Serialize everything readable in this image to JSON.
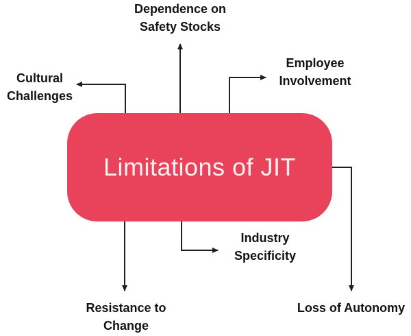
{
  "title": {
    "text": "Limitations of JIT"
  },
  "colors": {
    "canvas_bg": "#ffffff",
    "box_fill": "#e9425b",
    "box_text": "#f7f0f1",
    "line": "#1f1f1f",
    "label_text": "#131313"
  },
  "labels": {
    "dependence": {
      "text": "Dependence on\nSafety Stocks"
    },
    "employee": {
      "text": "Employee\nInvolvement"
    },
    "cultural": {
      "text": "Cultural\nChallenges"
    },
    "industry": {
      "text": "Industry\nSpecificity"
    },
    "resistance": {
      "text": "Resistance to\nChange"
    },
    "autonomy": {
      "text": "Loss of Autonomy"
    }
  },
  "connectors": [
    {
      "from": "Limitations of JIT",
      "to": "Dependence on Safety Stocks",
      "arrow_direction": "up"
    },
    {
      "from": "Limitations of JIT",
      "to": "Employee Involvement",
      "arrow_direction": "right"
    },
    {
      "from": "Limitations of JIT",
      "to": "Cultural Challenges",
      "arrow_direction": "left"
    },
    {
      "from": "Limitations of JIT",
      "to": "Industry Specificity",
      "arrow_direction": "right"
    },
    {
      "from": "Limitations of JIT",
      "to": "Resistance to Change",
      "arrow_direction": "down"
    },
    {
      "from": "Limitations of JIT",
      "to": "Loss of Autonomy",
      "arrow_direction": "down"
    }
  ]
}
